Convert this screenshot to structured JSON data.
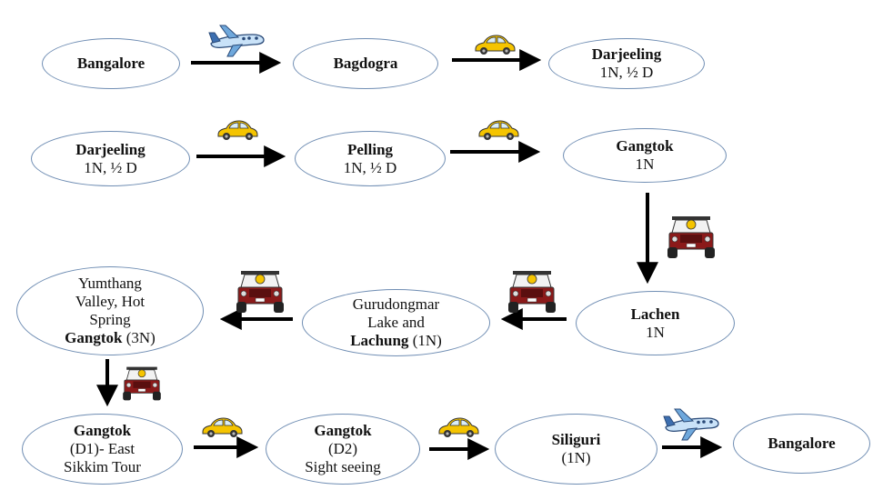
{
  "nodes": {
    "bangalore_start": {
      "title": "Bangalore"
    },
    "bagdogra": {
      "title": "Bagdogra"
    },
    "darjeeling_1": {
      "title": "Darjeeling",
      "sub": "1N, ½ D"
    },
    "darjeeling_2": {
      "title": "Darjeeling",
      "sub": "1N, ½ D"
    },
    "pelling": {
      "title": "Pelling",
      "sub": "1N, ½ D"
    },
    "gangtok_1": {
      "title": "Gangtok",
      "sub": "1N"
    },
    "lachen": {
      "title": "Lachen",
      "sub": "1N"
    },
    "gurudongmar": {
      "line1": "Gurudongmar",
      "line2": "Lake and",
      "bold": "Lachung",
      "suffix": " (1N)"
    },
    "yumthang": {
      "line1": "Yumthang",
      "line2": "Valley, Hot",
      "line3": "Spring",
      "bold": "Gangtok",
      "suffix": " (3N)"
    },
    "gangtok_d1": {
      "title": "Gangtok",
      "line2": "(D1)- East",
      "line3": "Sikkim Tour"
    },
    "gangtok_d2": {
      "title": "Gangtok",
      "line2": "(D2)",
      "line3": "Sight seeing"
    },
    "siliguri": {
      "title": "Siliguri",
      "sub": "(1N)"
    },
    "bangalore_end": {
      "title": "Bangalore"
    }
  },
  "transport_icons": [
    "plane-icon",
    "car-icon",
    "car-icon",
    "car-icon",
    "jeep-icon",
    "jeep-icon",
    "jeep-icon",
    "jeep-icon",
    "car-icon",
    "car-icon",
    "plane-icon"
  ],
  "colors": {
    "node_border": "#6f8db3",
    "arrow": "#000000",
    "car": "#f5c400",
    "jeep": "#8b1a1a",
    "plane": "#6fa8dc"
  }
}
